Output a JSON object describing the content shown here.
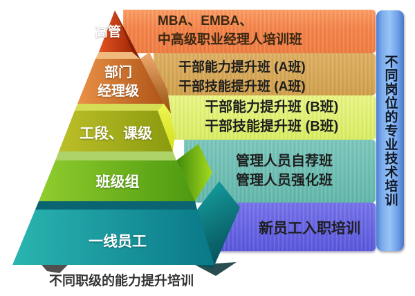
{
  "pyramid": {
    "caption": "不同职级的能力提升培训",
    "levels": [
      {
        "name": "executives",
        "label_lines": [
          "高管"
        ],
        "front_color": "#c8380e"
      },
      {
        "name": "department-manager",
        "label_lines": [
          "部门",
          "经理级"
        ],
        "front_color": "#cf6a1f"
      },
      {
        "name": "section-level",
        "label_lines": [
          "工段、课级"
        ],
        "front_color": "#a3aa18"
      },
      {
        "name": "team-group",
        "label_lines": [
          "班级组"
        ],
        "front_color": "#68b01b"
      },
      {
        "name": "frontline-staff",
        "label_lines": [
          "一线员工"
        ],
        "front_color": "#11929b"
      }
    ]
  },
  "bands": [
    {
      "name": "executive-training",
      "color": "#f3834a",
      "lines": [
        "MBA、EMBA、",
        "中高级职业经理人培训班"
      ]
    },
    {
      "name": "manager-a-training",
      "color": "#d0a04c",
      "lines": [
        "干部能力提升班 (A班)",
        "干部技能提升班 (A班)"
      ]
    },
    {
      "name": "manager-b-training",
      "color": "#d9ec64",
      "lines": [
        "干部能力提升班 (B班)",
        "干部技能提升班 (B班)"
      ]
    },
    {
      "name": "team-training",
      "color": "#63b7ac",
      "lines": [
        "管理人员自荐班",
        "管理人员强化班"
      ]
    },
    {
      "name": "new-staff-training",
      "color": "#5a57dc",
      "lines": [
        "新员工入职培训"
      ]
    }
  ],
  "side_bar": {
    "text": "不同岗位的专业技术培训",
    "color": "#7aabec"
  }
}
